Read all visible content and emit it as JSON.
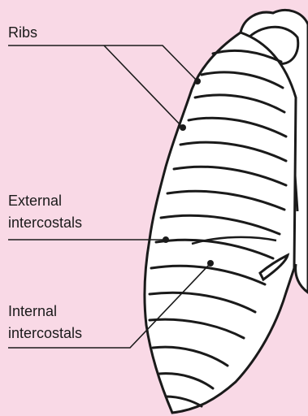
{
  "labels": {
    "ribs": "Ribs",
    "external_line1": "External",
    "external_line2": "intercostals",
    "internal_line1": "Internal",
    "internal_line2": "intercostals"
  },
  "colors": {
    "background": "#f9d9e6",
    "rib_fill": "#ffffff",
    "outline": "#1a1a1a"
  }
}
